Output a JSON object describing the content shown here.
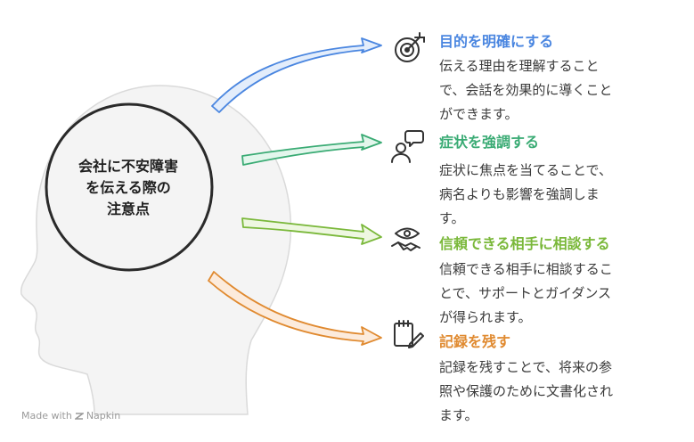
{
  "center": {
    "text": "会社に不安障害\nを伝える際の\n注意点"
  },
  "items": [
    {
      "title": "目的を明確にする",
      "desc": "伝える理由を理解すること\nで、会話を効果的に導くこと\nができます。",
      "color": "#4a86e0",
      "icon": "target-icon"
    },
    {
      "title": "症状を強調する",
      "desc": "症状に焦点を当てることで、\n病名よりも影響を強調しま\nす。",
      "color": "#3aab74",
      "icon": "speech-person-icon"
    },
    {
      "title": "信頼できる相手に相談する",
      "desc": "信頼できる相手に相談するこ\nとで、サポートとガイダンス\nが得られます。",
      "color": "#7ab83a",
      "icon": "eye-handshake-icon"
    },
    {
      "title": "記録を残す",
      "desc": "記録を残すことで、将来の参\n照や保護のために文書化され\nます。",
      "color": "#e08a30",
      "icon": "notepad-pencil-icon"
    }
  ],
  "footer": {
    "made_with": "Made with",
    "brand": "Napkin"
  }
}
